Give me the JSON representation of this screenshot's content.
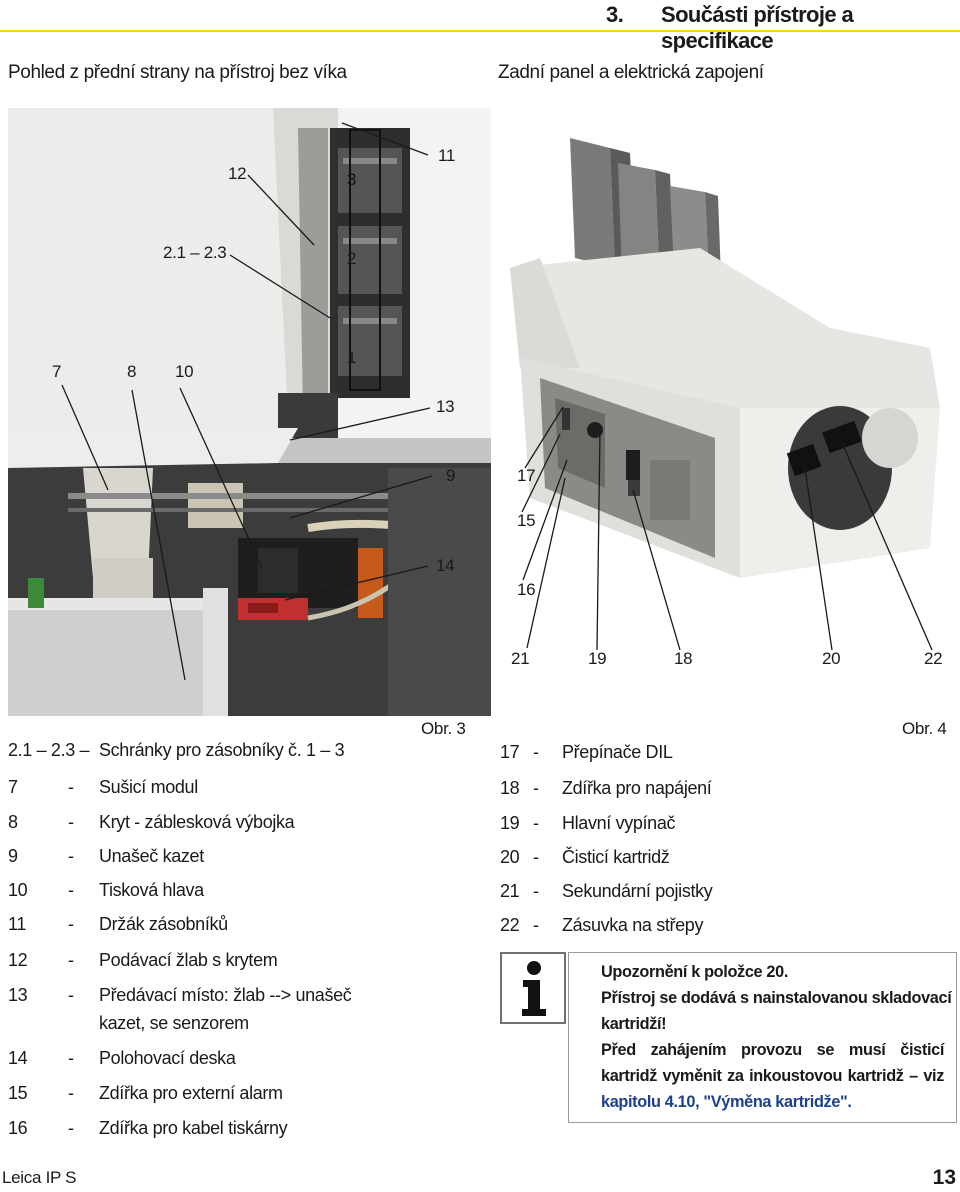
{
  "header": {
    "section_number": "3.",
    "section_title": "Součásti přístroje a specifikace"
  },
  "left_panel": {
    "heading": "Pohled z přední strany na přístroj bez víka",
    "figure_label": "Obr. 3",
    "callouts": [
      "12",
      "11",
      "3",
      "2.1 – 2.3",
      "2",
      "7",
      "8",
      "10",
      "1",
      "13",
      "9",
      "14"
    ],
    "legend": [
      {
        "num": "2.1 – 2.3 –",
        "dash": "",
        "text": "Schránky pro zásobníky č. 1 – 3"
      },
      {
        "num": "7",
        "dash": "-",
        "text": "Sušicí modul"
      },
      {
        "num": "8",
        "dash": "-",
        "text": "Kryt - záblesková výbojka"
      },
      {
        "num": "9",
        "dash": "-",
        "text": "Unašeč kazet"
      },
      {
        "num": "10",
        "dash": "-",
        "text": "Tisková hlava"
      },
      {
        "num": "11",
        "dash": "-",
        "text": "Držák zásobníků"
      },
      {
        "num": "12",
        "dash": "-",
        "text": "Podávací žlab s krytem"
      },
      {
        "num": "13",
        "dash": "-",
        "text": "Předávací místo: žlab --> unašeč"
      },
      {
        "num": "",
        "dash": "",
        "text": "kazet, se senzorem"
      },
      {
        "num": "14",
        "dash": "-",
        "text": "Polohovací deska"
      },
      {
        "num": "15",
        "dash": "-",
        "text": "Zdířka pro externí alarm"
      },
      {
        "num": "16",
        "dash": "-",
        "text": "Zdířka pro kabel tiskárny"
      }
    ]
  },
  "right_panel": {
    "heading": "Zadní panel a elektrická zapojení",
    "figure_label": "Obr. 4",
    "callouts": [
      "17",
      "15",
      "16",
      "21",
      "19",
      "18",
      "20",
      "22"
    ],
    "legend": [
      {
        "num": "17",
        "dash": "-",
        "text": "Přepínače DIL"
      },
      {
        "num": "18",
        "dash": "-",
        "text": "Zdířka pro napájení"
      },
      {
        "num": "19",
        "dash": "-",
        "text": "Hlavní vypínač"
      },
      {
        "num": "20",
        "dash": "-",
        "text": "Čisticí kartridž"
      },
      {
        "num": "21",
        "dash": "-",
        "text": "Sekundární pojistky"
      },
      {
        "num": "22",
        "dash": "-",
        "text": "Zásuvka na střepy"
      }
    ]
  },
  "note": {
    "icon": "info-icon",
    "lines": [
      "Upozornění k položce 20.",
      "Přístroj se dodává s nainstalovanou skladovací",
      "kartridží!",
      "Před zahájením provozu se musí čisticí",
      "kartridž vyměnit za inkoustovou kartridž – viz",
      "kapitolu 4.10, \"Výměna kartridže\"."
    ]
  },
  "footer": {
    "product": "Leica IP S",
    "page_number": "13"
  },
  "colors": {
    "accent_bar": "#ffd400",
    "link": "#1e3f8a",
    "text": "#1a1a1a"
  }
}
